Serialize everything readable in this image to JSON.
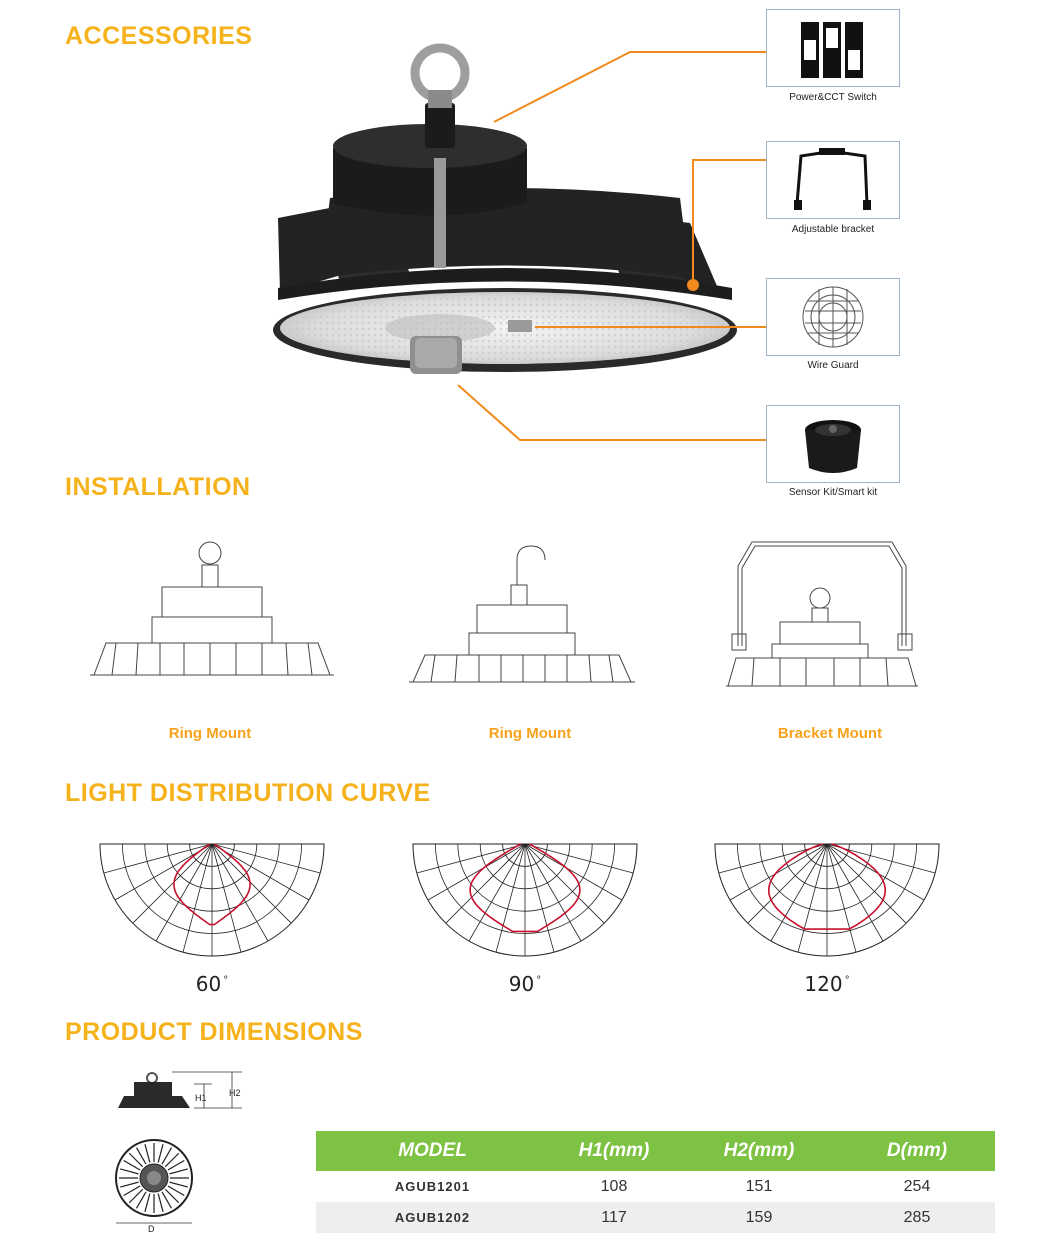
{
  "sections": {
    "accessories": "ACCESSORIES",
    "installation": "INSTALLATION",
    "light_distribution": "LIGHT DISTRIBUTION CURVE",
    "product_dimensions": "PRODUCT DIMENSIONS"
  },
  "accessories": [
    {
      "label": "Power&CCT Switch",
      "icon": "switch-icon"
    },
    {
      "label": "Adjustable bracket",
      "icon": "bracket-icon"
    },
    {
      "label": "Wire  Guard",
      "icon": "wire-guard-icon"
    },
    {
      "label": "Sensor Kit/Smart kit",
      "icon": "sensor-icon"
    }
  ],
  "installation": [
    {
      "label": "Ring Mount"
    },
    {
      "label": "Ring Mount"
    },
    {
      "label": "Bracket Mount"
    }
  ],
  "curves": [
    {
      "label": "60",
      "unit": "°"
    },
    {
      "label": "90",
      "unit": "°"
    },
    {
      "label": "120",
      "unit": "°"
    }
  ],
  "dimension_labels": {
    "h1": "H1",
    "h2": "H2",
    "d": "D"
  },
  "table": {
    "headers": [
      "MODEL",
      "H1(mm)",
      "H2(mm)",
      "D(mm)"
    ],
    "rows": [
      [
        "AGUB1201",
        "108",
        "151",
        "254"
      ],
      [
        "AGUB1202",
        "117",
        "159",
        "285"
      ]
    ]
  },
  "colors": {
    "accent": "#f6b21b",
    "leader": "#f08a1c",
    "table_header": "#7dc242",
    "curve": "#c8102e"
  }
}
